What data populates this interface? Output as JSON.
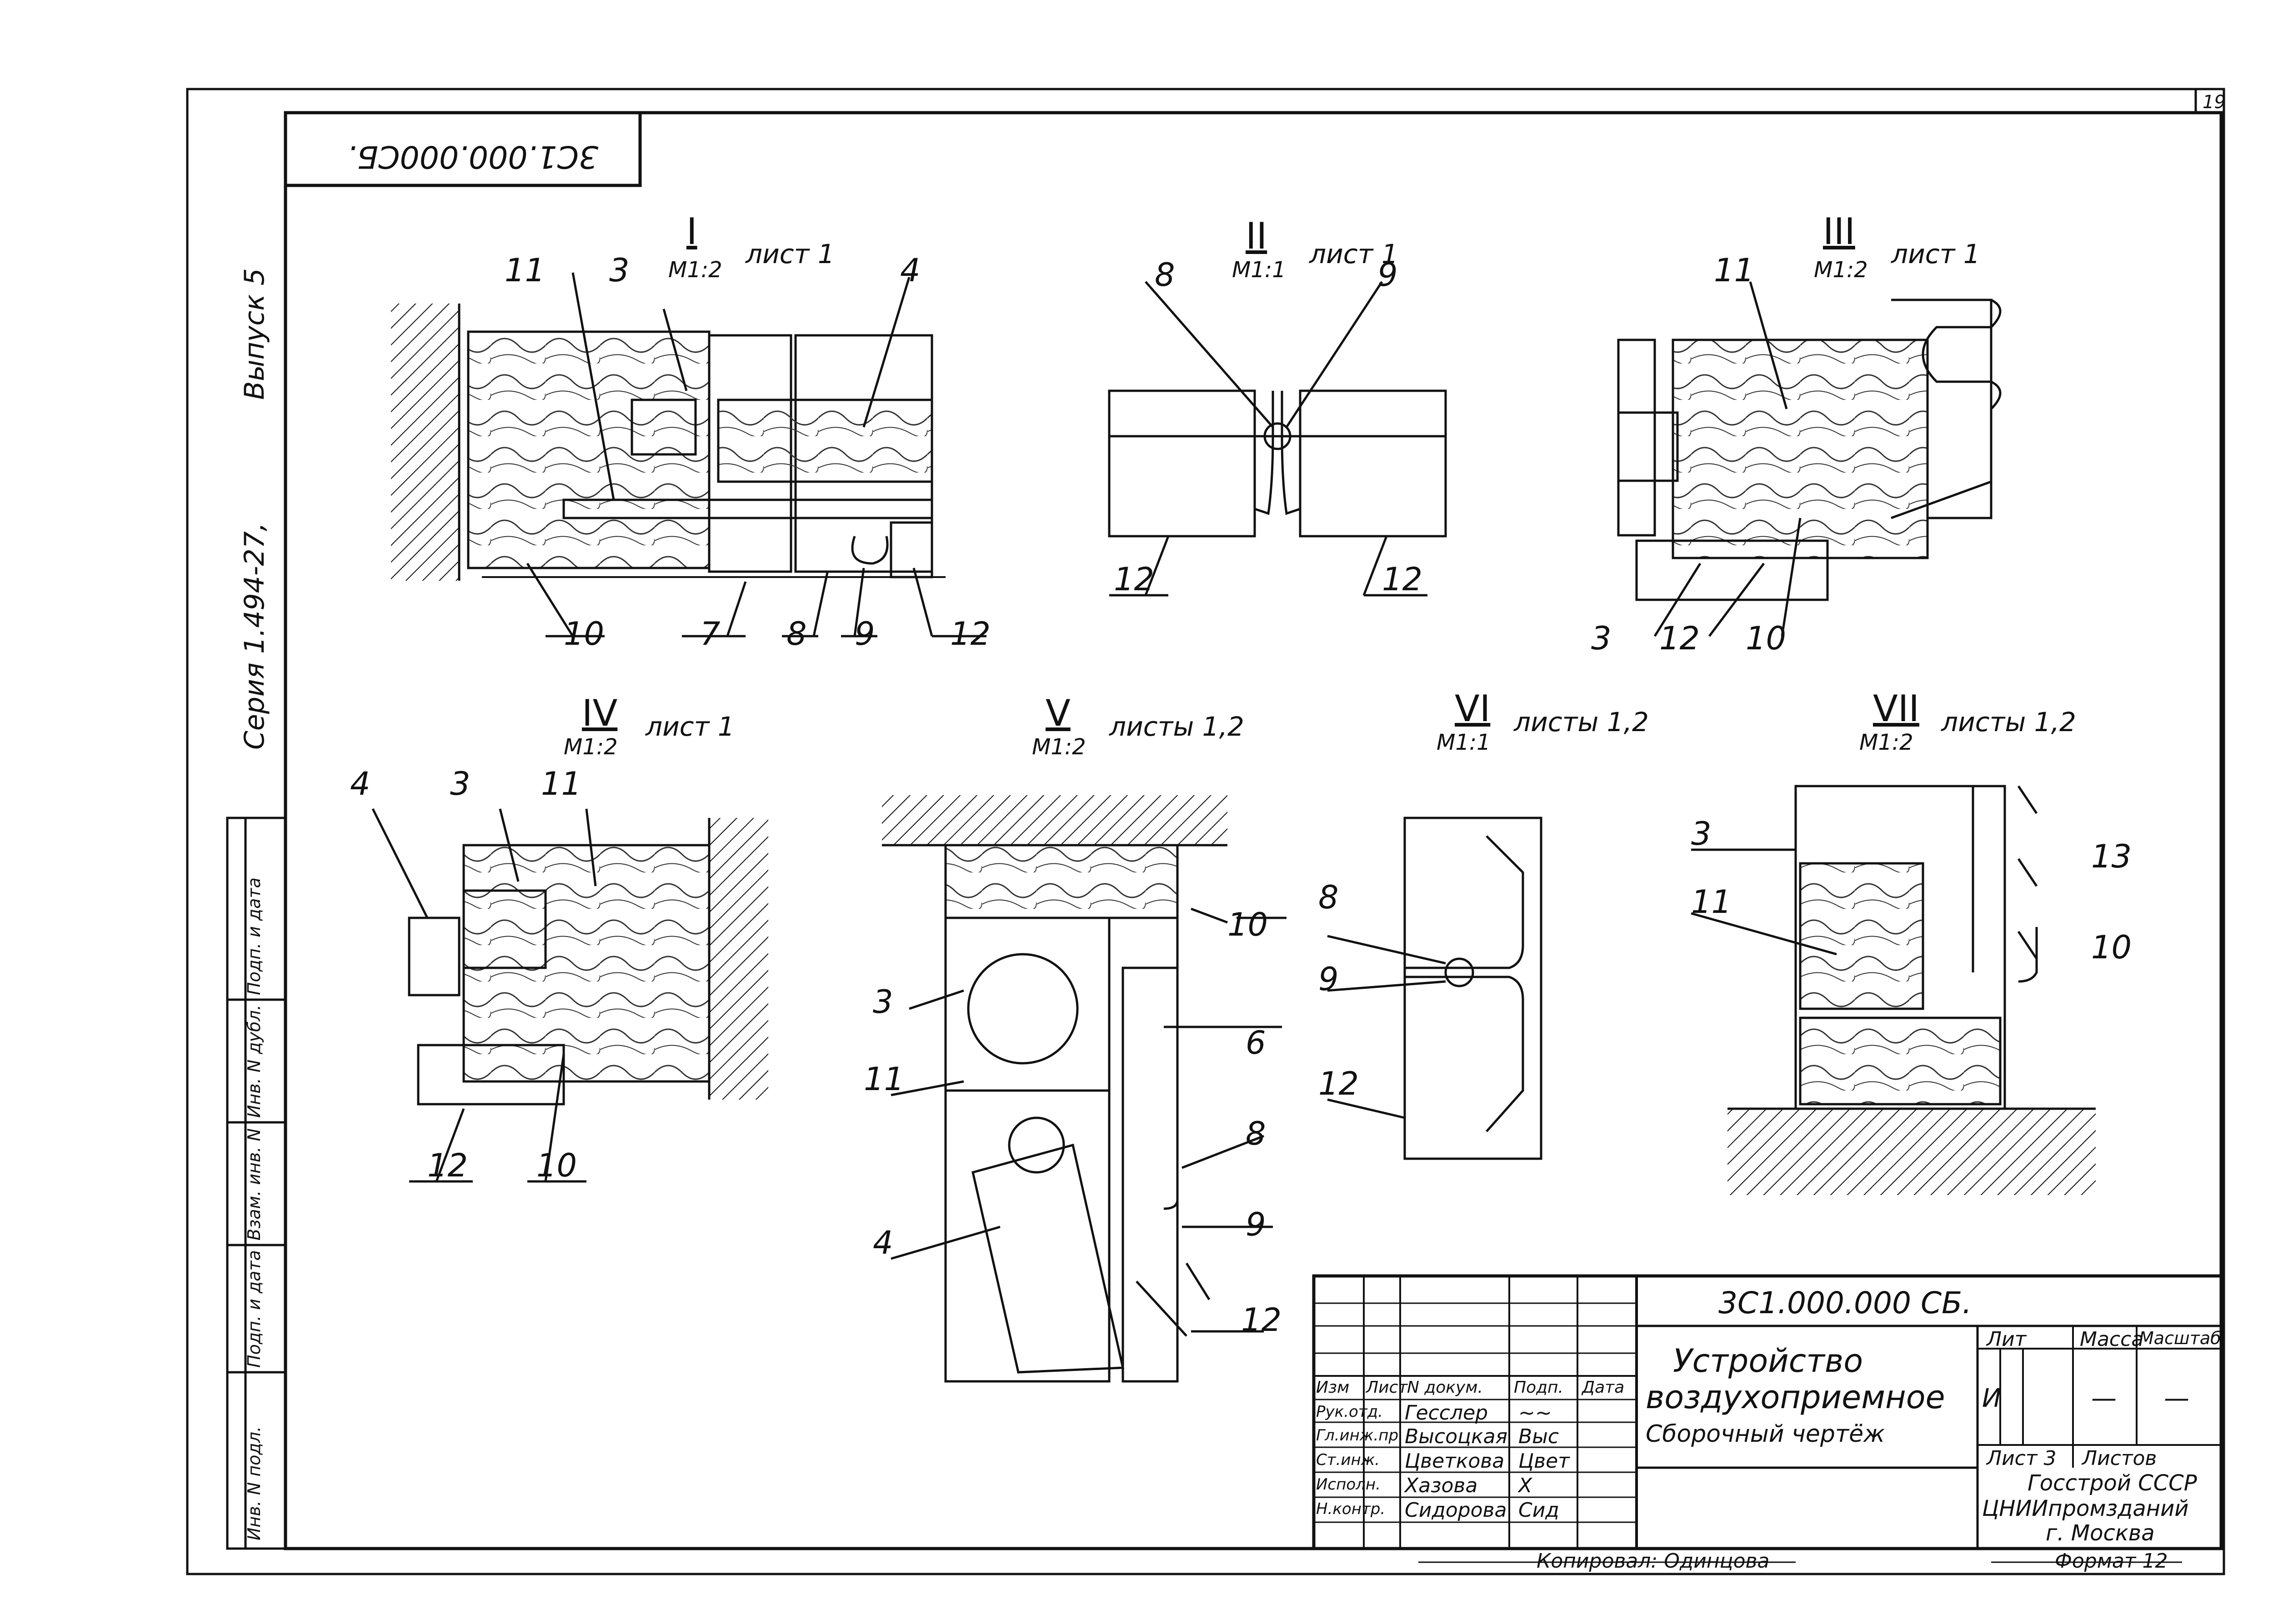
{
  "drawing_code_top": "3С1.000.000СБ.",
  "sheet_number": "19",
  "side_series": "Серия 1.494-27,",
  "side_issue": "Выпуск 5",
  "left_strip_labels": [
    "Инв. N подл.",
    "Подп. и дата",
    "Взам. инв. N",
    "Инв. N дубл.",
    "Подп. и дата"
  ],
  "views": [
    {
      "id": "I",
      "scale": "М1:2",
      "ref": "лист 1"
    },
    {
      "id": "II",
      "scale": "М1:1",
      "ref": "лист 1"
    },
    {
      "id": "III",
      "scale": "М1:2",
      "ref": "лист 1"
    },
    {
      "id": "IV",
      "scale": "М1:2",
      "ref": "лист 1"
    },
    {
      "id": "V",
      "scale": "М1:2",
      "ref": "листы 1,2"
    },
    {
      "id": "VI",
      "scale": "М1:1",
      "ref": "листы 1,2"
    },
    {
      "id": "VII",
      "scale": "М1:2",
      "ref": "листы 1,2"
    }
  ],
  "callouts": {
    "v1": [
      "11",
      "3",
      "4",
      "10",
      "7",
      "8",
      "9",
      "12"
    ],
    "v2": [
      "8",
      "9",
      "12",
      "12"
    ],
    "v3": [
      "11",
      "3",
      "12",
      "10"
    ],
    "v4": [
      "4",
      "3",
      "11",
      "12",
      "10"
    ],
    "v5": [
      "10",
      "3",
      "6",
      "11",
      "8",
      "4",
      "9",
      "12"
    ],
    "v6": [
      "8",
      "9",
      "12"
    ],
    "v7": [
      "3",
      "13",
      "11",
      "10"
    ]
  },
  "title_block": {
    "code": "3С1.000.000 СБ.",
    "title_line1": "Устройство",
    "title_line2": "воздухоприемное",
    "subtitle": "Сборочный чертёж",
    "headers": [
      "Изм",
      "Лист",
      "N докум.",
      "Подп.",
      "Дата"
    ],
    "roles": [
      {
        "role": "Рук.отд.",
        "name": "Гесслер",
        "sign": "~~"
      },
      {
        "role": "Гл.инж.пр.",
        "name": "Высоцкая",
        "sign": "Выс"
      },
      {
        "role": "Ст.инж.",
        "name": "Цветкова",
        "sign": "Цвет"
      },
      {
        "role": "Исполн.",
        "name": "Хазова",
        "sign": "Х"
      },
      {
        "role": "Н.контр.",
        "name": "Сидорова",
        "sign": "Сид"
      }
    ],
    "lit_label": "Лит",
    "mass_label": "Масса",
    "scale_label": "Масштаб",
    "lit_value": "И",
    "mass_value": "—",
    "scale_value": "—",
    "sheet_label": "Лист 3",
    "sheets_label": "Листов",
    "org_line1": "Госстрой СССР",
    "org_line2": "ЦНИИпромзданий",
    "org_line3": "г. Москва",
    "copied": "Копировал: Одинцова",
    "format": "Формат 12"
  }
}
